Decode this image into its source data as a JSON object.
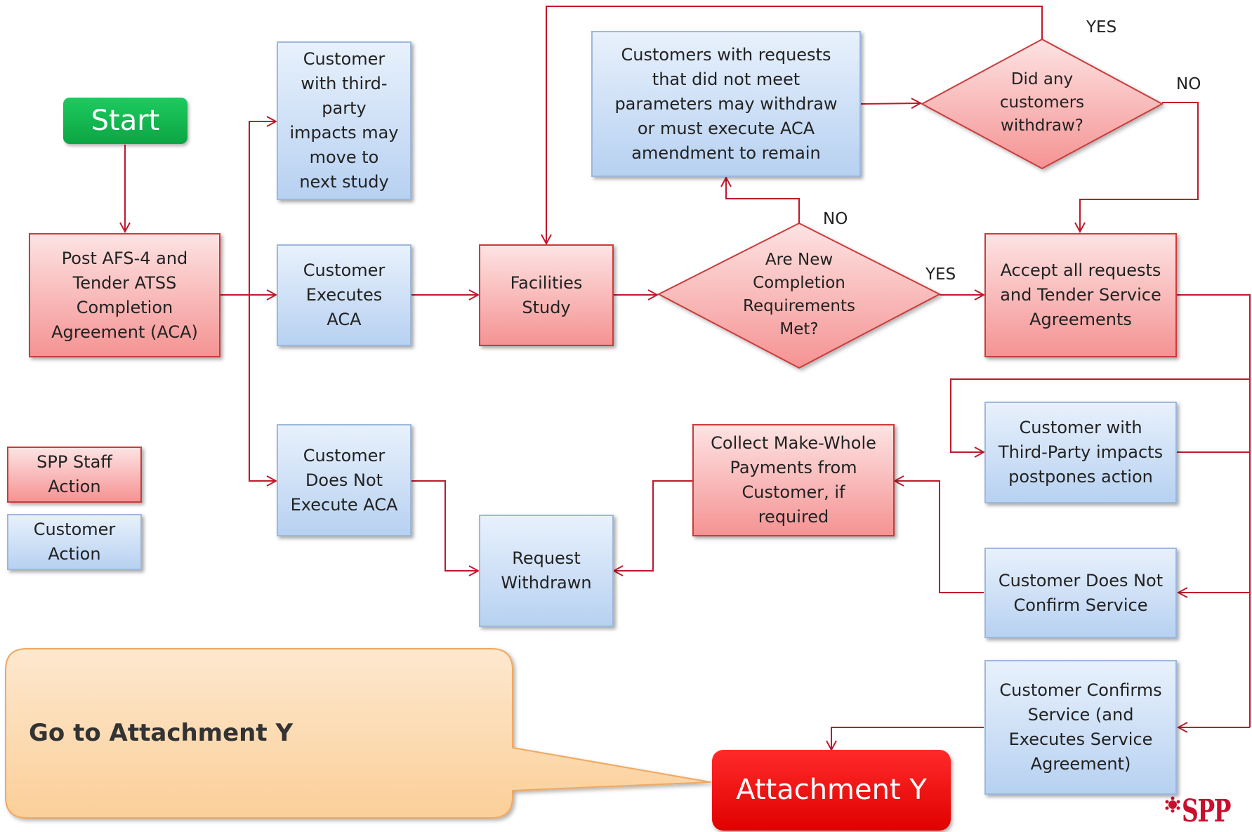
{
  "nodes": {
    "start": "Start",
    "post_afs": "Post AFS-4 and\nTender ATSS\nCompletion\nAgreement (ACA)",
    "third_party_move": "Customer\nwith third-\nparty\nimpacts may\nmove to\nnext study",
    "executes_aca": "Customer\nExecutes\nACA",
    "does_not_execute": "Customer\nDoes Not\nExecute ACA",
    "facilities_study": "Facilities\nStudy",
    "withdraw_or_amend": "Customers  with requests\nthat did not meet\nparameters may withdraw\nor must execute ACA\namendment to remain",
    "did_withdraw": "Did any\ncustomers\nwithdraw?",
    "requirements_met": "Are New\nCompletion\nRequirements\nMet?",
    "accept_requests": "Accept  all requests\nand Tender Service\nAgreements",
    "postpones": "Customer with\nThird-Party impacts\npostpones action",
    "not_confirm": "Customer Does Not\nConfirm Service",
    "confirms": "Customer Confirms\nService (and\nExecutes Service\nAgreement)",
    "collect_payments": "Collect Make-Whole\nPayments from\nCustomer, if\nrequired",
    "request_withdrawn": "Request\nWithdrawn",
    "attachment_y": "Attachment Y"
  },
  "labels": {
    "yes_top": "YES",
    "no_right": "NO",
    "no_mid": "NO",
    "yes_mid": "YES"
  },
  "legend": {
    "staff": "SPP Staff\nAction",
    "customer": "Customer\nAction"
  },
  "callout": "Go to Attachment Y",
  "logo": "SPP",
  "colors": {
    "arrow": "#c0182a",
    "staff_border": "#cc3b3b",
    "customer_border": "#9db8dd",
    "start_green": "#10b14e",
    "attachment_red": "#ee0000",
    "callout_orange": "#fbd5a5"
  }
}
